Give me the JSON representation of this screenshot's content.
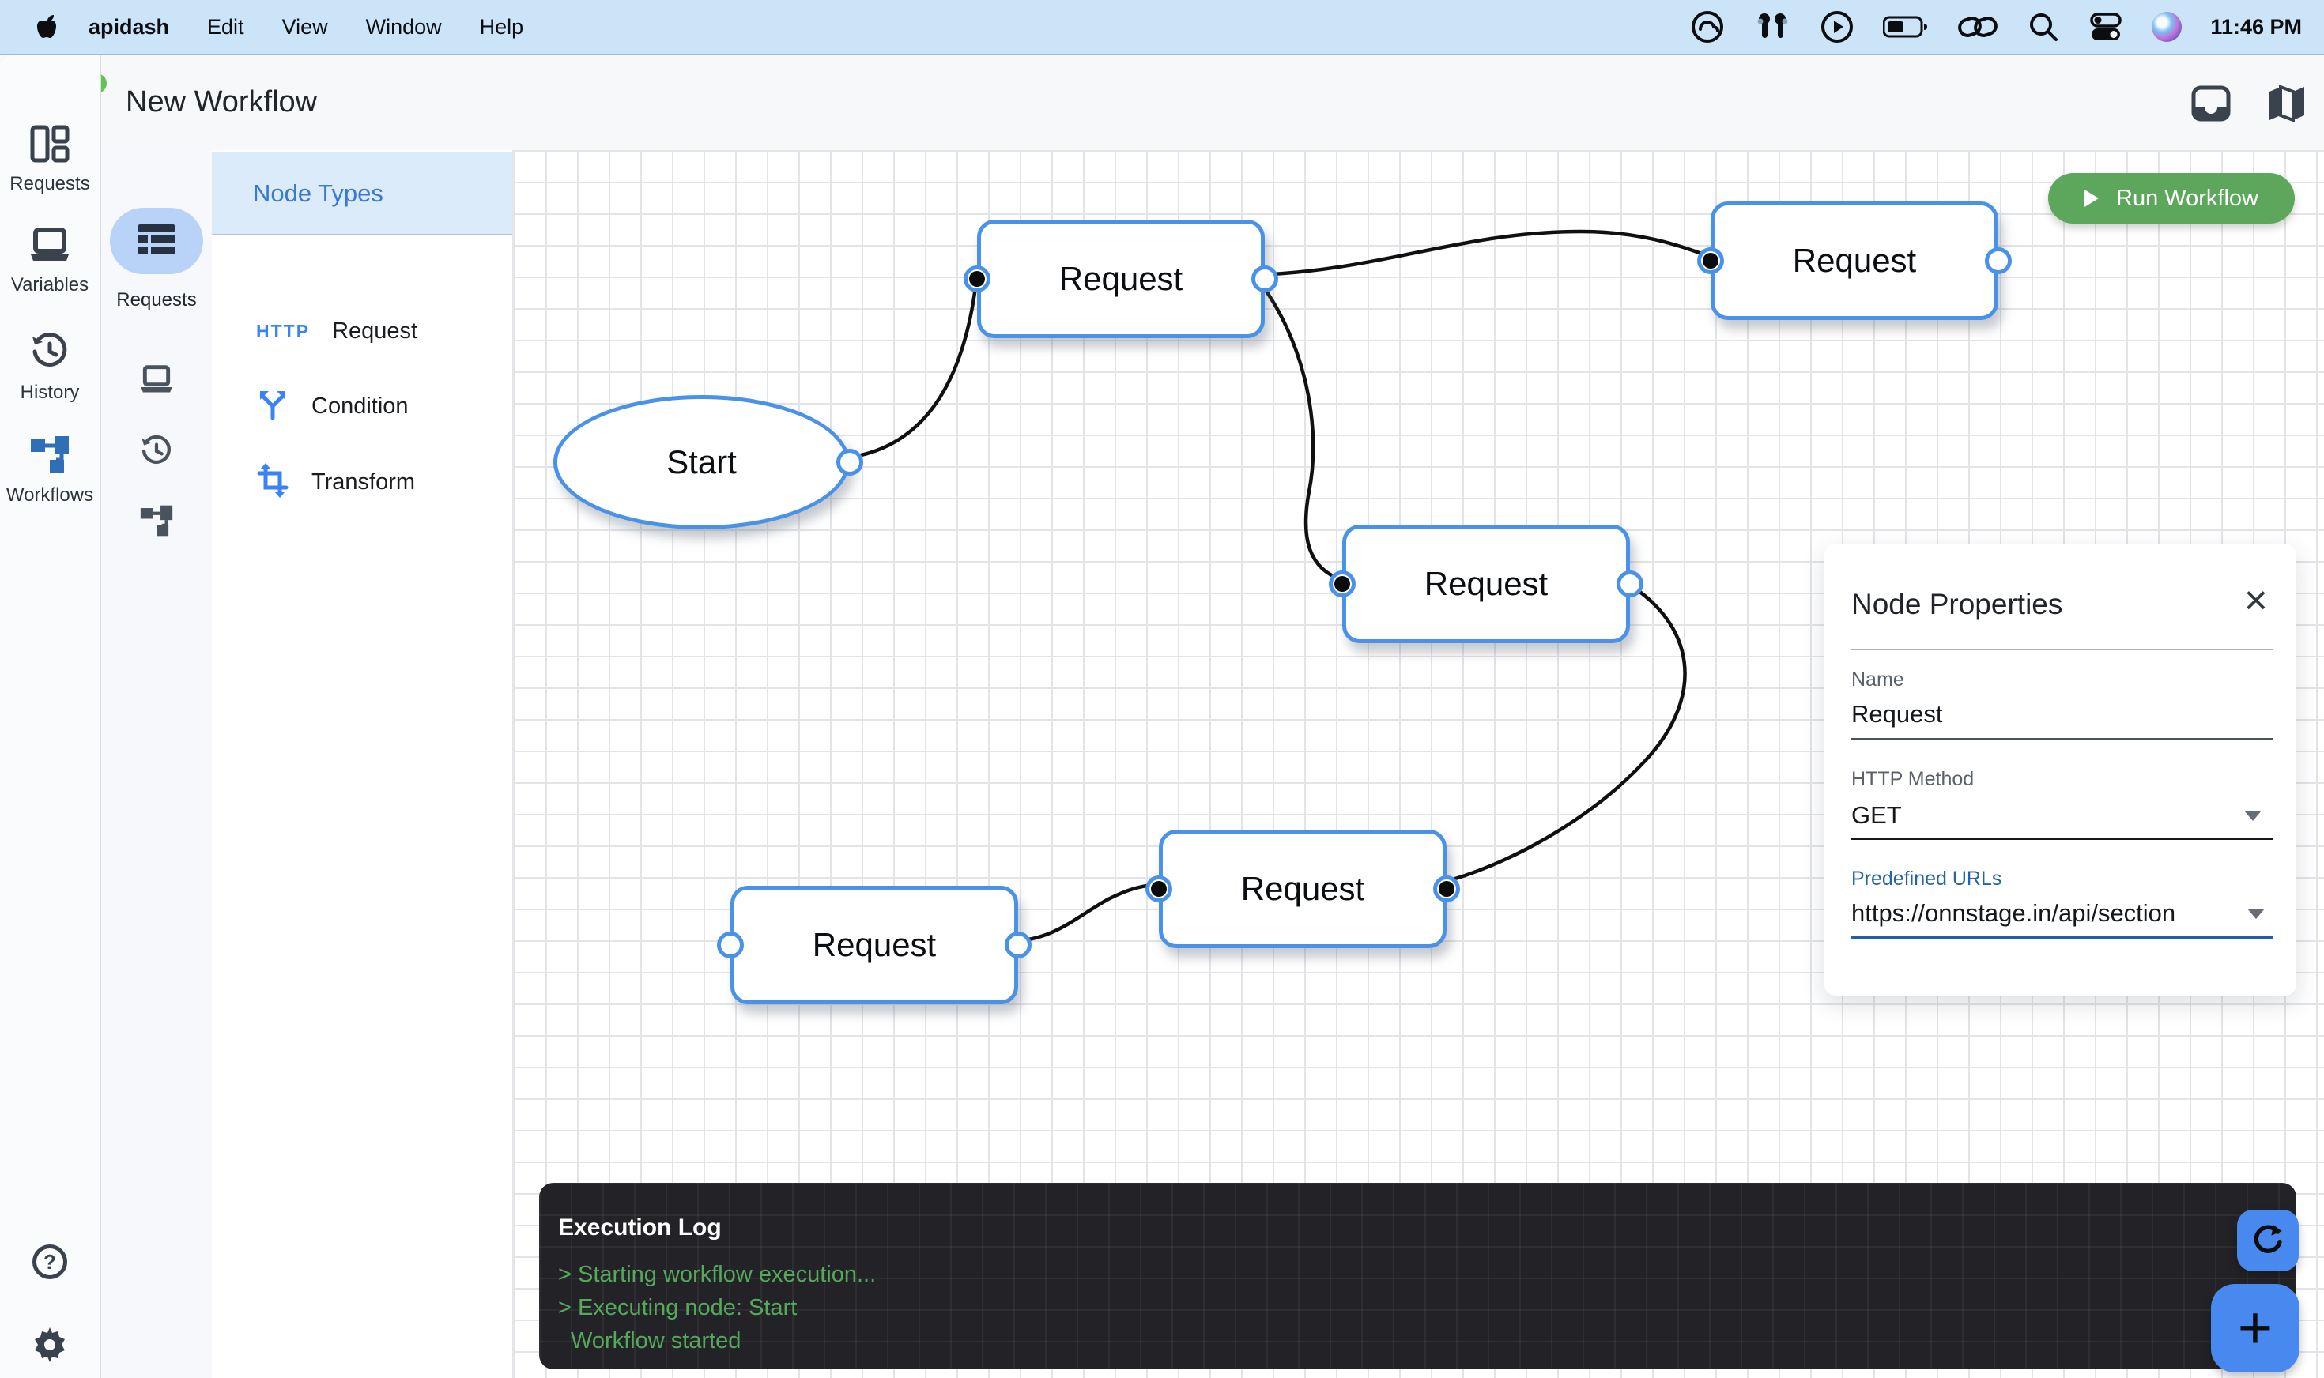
{
  "menu_bar": {
    "items": [
      "apidash",
      "Edit",
      "View",
      "Window",
      "Help"
    ],
    "status_icons": [
      "creative-cloud-icon",
      "airpods-icon",
      "play-circle-icon",
      "battery-icon",
      "hotspot-link-icon",
      "search-icon",
      "control-center-icon",
      "siri-icon"
    ],
    "time": "11:46 PM"
  },
  "window": {
    "title": "New Workflow"
  },
  "sidebar": {
    "items": [
      {
        "label": "Requests",
        "icon": "layout-icon"
      },
      {
        "label": "Variables",
        "icon": "laptop-icon"
      },
      {
        "label": "History",
        "icon": "history-clock-icon"
      },
      {
        "label": "Workflows",
        "icon": "workflow-tree-icon",
        "active": true
      }
    ],
    "bottom_icons": [
      "help-icon",
      "settings-gear-icon"
    ],
    "help_glyph": "?"
  },
  "rail": {
    "selected_label": "Requests"
  },
  "node_types": {
    "title": "Node Types",
    "items": [
      {
        "badge": "HTTP",
        "label": "Request"
      },
      {
        "icon": "branch-icon",
        "label": "Condition"
      },
      {
        "icon": "transform-icon",
        "label": "Transform"
      }
    ]
  },
  "canvas": {
    "run_label": "Run Workflow",
    "nodes": [
      {
        "label": "Start",
        "shape": "ellipse"
      },
      {
        "label": "Request"
      },
      {
        "label": "Request"
      },
      {
        "label": "Request"
      },
      {
        "label": "Request"
      },
      {
        "label": "Request"
      }
    ]
  },
  "properties": {
    "title": "Node Properties",
    "close_glyph": "×",
    "name_label": "Name",
    "name_value": "Request",
    "method_label": "HTTP Method",
    "method_value": "GET",
    "urls_label": "Predefined URLs",
    "urls_value": "https://onnstage.in/api/section"
  },
  "log": {
    "title": "Execution Log",
    "lines": [
      "> Starting workflow execution...",
      "> Executing node: Start",
      "Workflow started"
    ]
  },
  "fab": {
    "plus_glyph": "+"
  },
  "colors": {
    "accent_blue": "#4a92e8",
    "header_blue": "#3a79d2",
    "link_blue": "#2263ab",
    "run_green": "#5da75d",
    "fab_blue": "#4789ef",
    "log_green": "#54a95b",
    "menubar_blue": "#cbe4f8"
  }
}
